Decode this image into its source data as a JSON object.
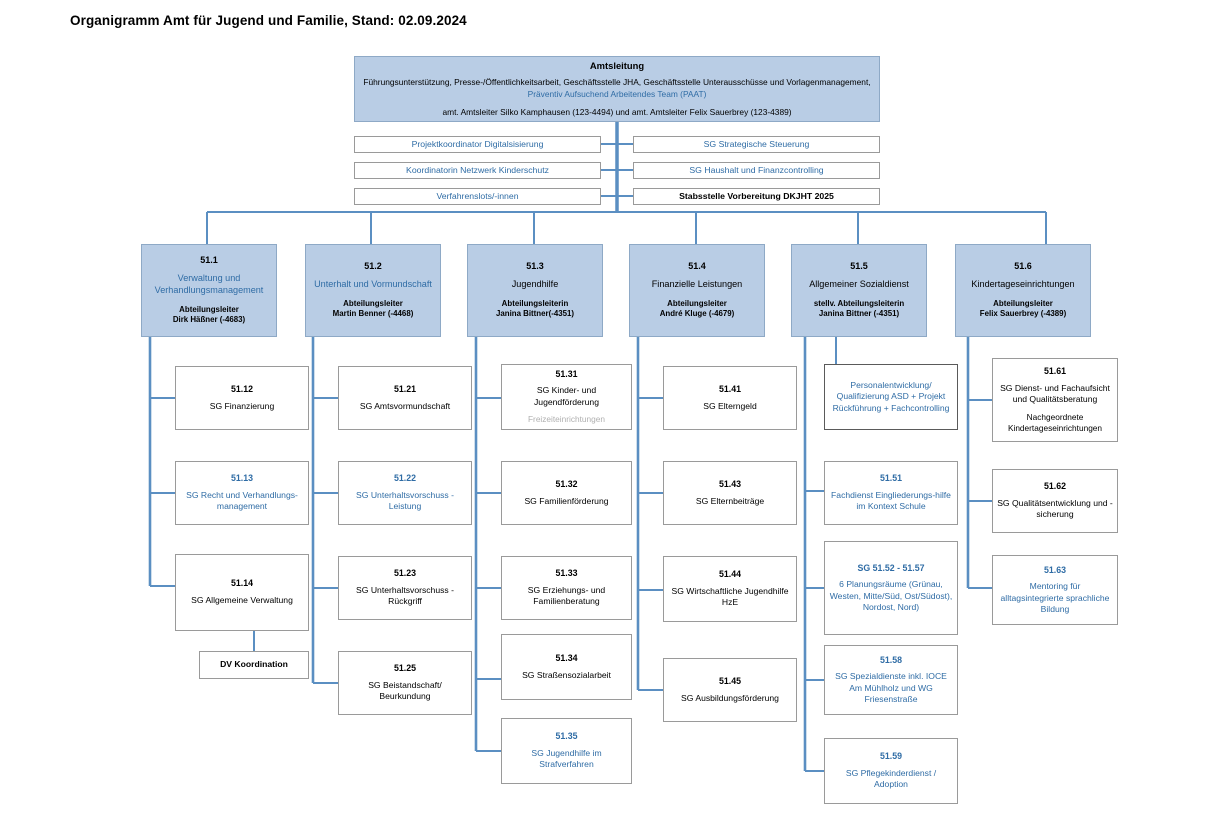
{
  "title": "Organigramm Amt für Jugend und Familie, Stand: 02.09.2024",
  "colors": {
    "box_fill": "#b9cde5",
    "connector": "#5b8fc2",
    "blue_text": "#2f6ca5",
    "dark_text": "#17365d",
    "grey_text": "#b0b0b0",
    "border": "#9a9a9a"
  },
  "head": {
    "title": "Amtsleitung",
    "line1_black": "Führungsunterstützung, Presse-/Öffentlichkeitsarbeit, Geschäftsstelle JHA, Geschäftsstelle Unterausschüsse und Vorlagenmanagement,",
    "line1_blue": " Präventiv Aufsuchend Arbeitendes Team (PAAT)",
    "line2": "amt. Amtsleiter Silko Kamphausen (123-4494) und amt. Amtsleiter Felix Sauerbrey (123-4389)"
  },
  "staff_left": [
    {
      "label": "Projektkoordinator Digitalsisierung",
      "color": "blue"
    },
    {
      "label": "Koordinatorin Netzwerk Kinderschutz",
      "color": "blue"
    },
    {
      "label": "Verfahrenslots/-innen",
      "color": "blue"
    }
  ],
  "staff_right": [
    {
      "label": "SG Strategische Steuerung",
      "color": "blue"
    },
    {
      "label": "SG Haushalt und Finanzcontrolling",
      "color": "blue"
    },
    {
      "label": "Stabsstelle Vorbereitung DKJHT 2025",
      "color": "black"
    }
  ],
  "departments": [
    {
      "code": "51.1",
      "name": "Verwaltung und Verhandlungsmanagement",
      "name_color": "blue",
      "lead_role": "Abteilungsleiter",
      "lead_name": "Dirk Häßner (-4683)",
      "children": [
        {
          "code": "51.12",
          "name": "SG Finanzierung",
          "color": "black"
        },
        {
          "code": "51.13",
          "name": "SG Recht und Verhandlungs-management",
          "color": "blue"
        },
        {
          "code": "51.14",
          "name": "SG Allgemeine Verwaltung",
          "color": "black",
          "child": {
            "code": "",
            "name": "DV Koordination",
            "color": "black"
          }
        }
      ]
    },
    {
      "code": "51.2",
      "name": "Unterhalt und Vormundschaft",
      "name_color": "blue",
      "lead_role": "Abteilungsleiter",
      "lead_name": "Martin Benner (-4468)",
      "children": [
        {
          "code": "51.21",
          "name": "SG Amtsvormundschaft",
          "color": "black"
        },
        {
          "code": "51.22",
          "name": "SG Unterhaltsvorschuss - Leistung",
          "color": "blue"
        },
        {
          "code": "51.23",
          "name": "SG Unterhaltsvorschuss - Rückgriff",
          "color": "black"
        },
        {
          "code": "51.25",
          "name": "SG Beistandschaft/ Beurkundung",
          "color": "black"
        }
      ]
    },
    {
      "code": "51.3",
      "name": "Jugendhilfe",
      "name_color": "black",
      "lead_role": "Abteilungsleiterin",
      "lead_name": "Janina Bittner(-4351)",
      "children": [
        {
          "code": "51.31",
          "name": "SG Kinder- und Jugendförderung",
          "color": "black",
          "sub": "Freizeiteinrichtungen",
          "sub_color": "grey"
        },
        {
          "code": "51.32",
          "name": "SG Familienförderung",
          "color": "black"
        },
        {
          "code": "51.33",
          "name": "SG Erziehungs- und Familienberatung",
          "color": "black"
        },
        {
          "code": "51.34",
          "name": "SG Straßensozialarbeit",
          "color": "black"
        },
        {
          "code": "51.35",
          "name": "SG Jugendhilfe im Strafverfahren",
          "color": "blue"
        }
      ]
    },
    {
      "code": "51.4",
      "name": "Finanzielle Leistungen",
      "name_color": "black",
      "lead_role": "Abteilungsleiter",
      "lead_name": "André Kluge (-4679)",
      "children": [
        {
          "code": "51.41",
          "name": "SG Elterngeld",
          "color": "black"
        },
        {
          "code": "51.43",
          "name": "SG Elternbeiträge",
          "color": "black"
        },
        {
          "code": "51.44",
          "name": "SG Wirtschaftliche Jugendhilfe HzE",
          "color": "black"
        },
        {
          "code": "51.45",
          "name": "SG Ausbildungsförderung",
          "color": "black"
        }
      ]
    },
    {
      "code": "51.5",
      "name": "Allgemeiner Sozialdienst",
      "name_color": "black",
      "lead_role": "stellv. Abteilungsleiterin",
      "lead_name": "Janina Bittner (-4351)",
      "children": [
        {
          "code": "",
          "name": "Personalentwicklung/ Qualifizierung ASD + Projekt Rückführung + Fachcontrolling",
          "color": "blue",
          "heavy": true
        },
        {
          "code": "51.51",
          "name": "Fachdienst Eingliederungs-hilfe im Kontext Schule",
          "color": "blue"
        },
        {
          "code": "SG 51.52 - 51.57",
          "name": "6 Planungsräume (Grünau, Westen, Mitte/Süd, Ost/Südost), Nordost, Nord)",
          "color": "blue",
          "code_plain": true
        },
        {
          "code": "51.58",
          "name": "SG Spezialdienste inkl. IOCE Am Mühlholz und WG Friesenstraße",
          "color": "blue"
        },
        {
          "code": "51.59",
          "name": "SG Pflegekinderdienst / Adoption",
          "color": "blue"
        }
      ]
    },
    {
      "code": "51.6",
      "name": "Kindertageseinrichtungen",
      "name_color": "black",
      "lead_role": "Abteilungsleiter",
      "lead_name": "Felix Sauerbrey (-4389)",
      "children": [
        {
          "code": "51.61",
          "name": "SG Dienst- und Fachaufsicht und Qualitätsberatung",
          "color": "black",
          "sub": "Nachgeordnete Kindertageseinrichtungen",
          "sub_color": "black"
        },
        {
          "code": "51.62",
          "name": "SG  Qualitätsentwicklung und -sicherung",
          "color": "black"
        },
        {
          "code": "51.63",
          "name": "Mentoring für alltagsintegrierte sprachliche Bildung",
          "color": "blue"
        }
      ]
    }
  ]
}
